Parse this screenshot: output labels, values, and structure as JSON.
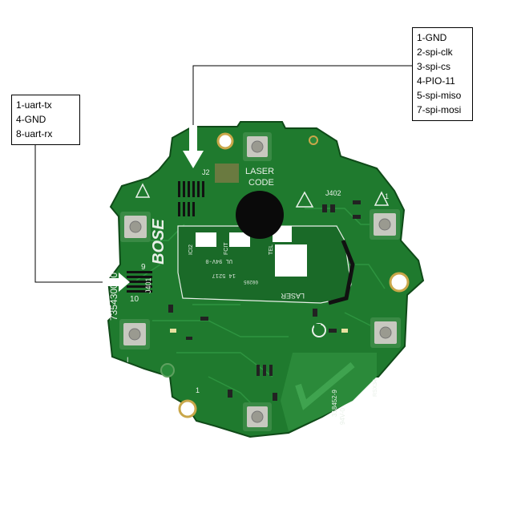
{
  "callouts": {
    "left": {
      "lines": [
        "1-uart-tx",
        "4-GND",
        "8-uart-rx"
      ]
    },
    "right": {
      "lines": [
        "1-GND",
        "2-spi-clk",
        "3-spi-cs",
        "4-PIO-11",
        "5-spi-miso",
        "7-spi-mosi"
      ]
    }
  },
  "board_silkscreen": {
    "laser_code": [
      "LASER",
      "CODE"
    ],
    "brand": "BOSE",
    "part_number_left": "735430010",
    "part_number_right": [
      "318452-9",
      "94V-0"
    ],
    "connector_j2": "J2",
    "connector_j402": "J402",
    "connector_j401": "J401",
    "pin_1_right": "1",
    "pin_9": "9",
    "pin_10": "10",
    "pin_1_bottom": "1",
    "pin_i": "I",
    "laser_bottom": "LASER",
    "labels_lower": [
      "14 5217",
      "00205"
    ],
    "label_ul": "UL 94V-0",
    "label_fcit": "FCIT",
    "label_ici2": "ICI2",
    "label_tel": "TEL",
    "label_rsx": "RSX34"
  },
  "colors": {
    "pcb": "#1f7a2e",
    "pcb_dark": "#15581f",
    "pad_gold": "#c9a74a",
    "silk": "#e8f0e8",
    "callout_line": "#000000"
  }
}
